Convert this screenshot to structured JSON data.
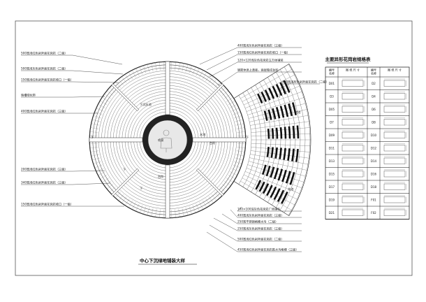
{
  "main_title": "中心下沉绿地铺装大样",
  "left_callouts": [
    "500宽浅红色剁斧面花岗岩（二级）",
    "500宽浅灰色剁斧面花岗岩（二级）",
    "150宽浅红色剁斧面花岗岩收口（一级）",
    "暗槽绿化带",
    "400宽浅红色剁斧面花岗岩（三级）",
    "200宽浅红色剁斧面花岗岩（三级）",
    "340宽浅红色剁斧面花岗岩（三级）",
    "150宽浅红色剁斧面花岗岩收口（一级）"
  ],
  "right_callouts": [
    "400宽浅灰色剁斧面花岗岩（三级）",
    "150宽浅红色剁斧面花岗岩收口（一级）",
    "120×120浅灰色花岗岩立方体铺装",
    "钢筋休息上盖板，面层做成台阶",
    "400宽浅灰色剁斧面花岗岩（二级）",
    "100×100深灰色花岗岩广场铺石",
    "400宽浅灰色剁斧面花岗岩（三级）",
    "250宽不锈钢格栅水沟（二级）",
    "250宽浅灰色剁斧面花岗岩（三级）",
    "500宽浅红色剁斧面花岗岩（二级）",
    "450宽浅红色剁斧面花岗岩跌水沟格栅（三级）"
  ],
  "inner_labels": {
    "top_label": "下沉水池",
    "center_label": "喷泉",
    "right_label1": "水池",
    "right_label2": "台阶",
    "bottom_label": "台阶",
    "down1": "下",
    "down2": "下",
    "down3": "下",
    "down4": "下",
    "wing_label1": "树池",
    "wing_label2": "花池"
  },
  "table": {
    "title": "主要异形花岗岩规格表",
    "header": [
      "编号\n名称",
      "图 纸 尺 寸",
      "编号\n名称",
      "图 纸 尺 寸"
    ],
    "rows": [
      [
        "D01",
        "D2"
      ],
      [
        "D3",
        "D4"
      ],
      [
        "D05",
        "D6"
      ],
      [
        "D7",
        "D8"
      ],
      [
        "D09",
        "D10"
      ],
      [
        "D11",
        "D12"
      ],
      [
        "D13",
        "D14"
      ],
      [
        "D15",
        "D16"
      ],
      [
        "D17",
        "D18"
      ],
      [
        "D19",
        "F01"
      ],
      [
        "D21",
        "F02"
      ]
    ]
  }
}
